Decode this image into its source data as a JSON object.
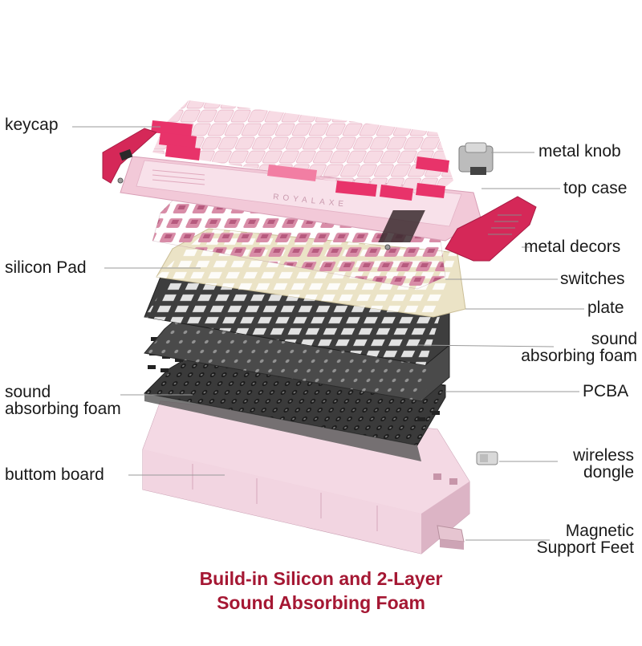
{
  "labels": {
    "keycap": "keycap",
    "metal_knob": "metal knob",
    "top_case": "top case",
    "metal_decors": "metal decors",
    "silicon_pad": "silicon Pad",
    "switches": "switches",
    "plate": "plate",
    "foam_right_1": "sound",
    "foam_right_2": "absorbing foam",
    "foam_left_1": "sound",
    "foam_left_2": "absorbing foam",
    "pcba": "PCBA",
    "wireless_1": "wireless",
    "wireless_2": "dongle",
    "buttom_board": "buttom board",
    "feet_1": "Magnetic",
    "feet_2": "Support Feet"
  },
  "case_brand": "ROYALAXE",
  "caption": {
    "line1": "Build-in Silicon and 2-Layer",
    "line2": "Sound Absorbing Foam"
  },
  "colors": {
    "caption": "#a51733",
    "accent_pink": "#e8336a",
    "light_pink": "#f5d3de",
    "case_pink": "#f2c9d8",
    "plate_cream": "#ebe3c6",
    "foam_dark": "#3e3e3e",
    "pcb_dark": "#2d2d2d",
    "board_pink": "#eccbd8"
  }
}
